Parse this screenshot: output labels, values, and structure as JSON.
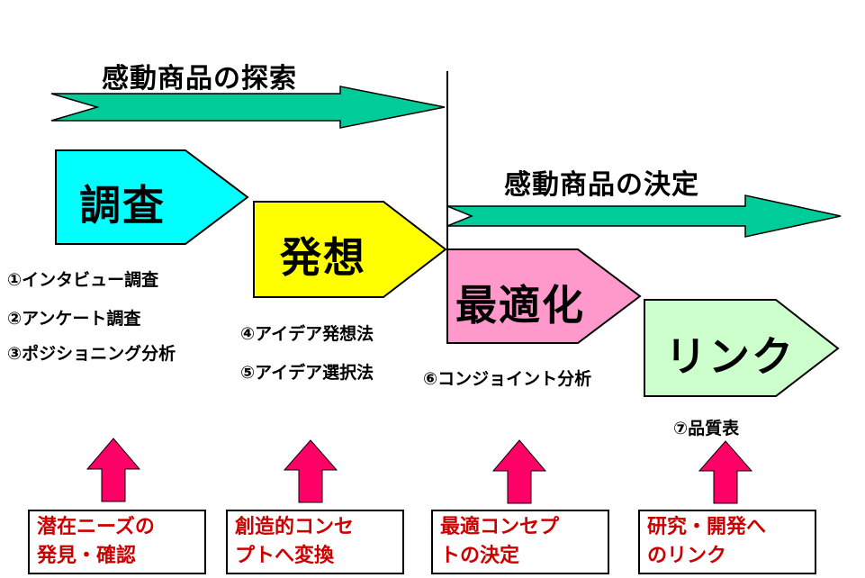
{
  "phases": {
    "search": "感動商品の探索",
    "decide": "感動商品の決定"
  },
  "steps": [
    {
      "label": "調査",
      "color": "#00ffff"
    },
    {
      "label": "発想",
      "color": "#ffff00"
    },
    {
      "label": "最適化",
      "color": "#ff99cc"
    },
    {
      "label": "リンク",
      "color": "#ccffcc"
    }
  ],
  "methods": {
    "m1": "①インタビュー調査",
    "m2": "②アンケート調査",
    "m3": "③ポジショニング分析",
    "m4": "④アイデア発想法",
    "m5": "⑤アイデア選択法",
    "m6": "⑥コンジョイント分析",
    "m7": "⑦品質表"
  },
  "goals": [
    {
      "line1": "潜在ニーズの",
      "line2": "発見・確認"
    },
    {
      "line1": "創造的コンセ",
      "line2": "プトへ変換"
    },
    {
      "line1": "最適コンセプ",
      "line2": "トの決定"
    },
    {
      "line1": "研究・開発へ",
      "line2": "のリンク"
    }
  ],
  "colors": {
    "phase_arrow": "#00cc99",
    "up_arrow": "#ff0066",
    "goal_text": "#cc0000"
  }
}
